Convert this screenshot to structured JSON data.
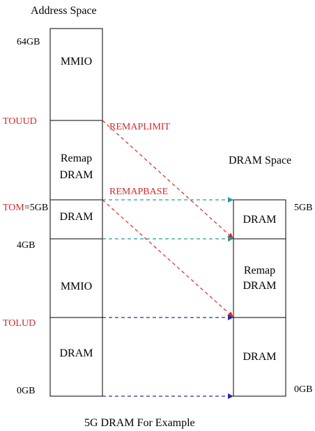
{
  "titles": {
    "address_space": "Address Space",
    "dram_space": "DRAM Space",
    "caption": "5G DRAM For Example"
  },
  "left_labels": {
    "addr_64gb": "64GB",
    "touud": "TOUUD",
    "tom": "TOM",
    "tom_value": "=5GB",
    "addr_4gb": "4GB",
    "tolud": "TOLUD",
    "addr_0gb": "0GB"
  },
  "left_blocks": {
    "mmio_top": "MMIO",
    "remap_line1": "Remap",
    "remap_line2": "DRAM",
    "dram_mid": "DRAM",
    "mmio_low": "MMIO",
    "dram_low": "DRAM"
  },
  "right_blocks": {
    "dram_top": "DRAM",
    "remap_line1": "Remap",
    "remap_line2": "DRAM",
    "dram_low": "DRAM"
  },
  "right_labels": {
    "addr_5gb": "5GB",
    "addr_0gb": "0GB"
  },
  "arrow_labels": {
    "remaplimit": "REMAPLIMIT",
    "remapbase": "REMAPBASE"
  },
  "colors": {
    "red": "#d42a2a",
    "teal": "#2a9a9a",
    "navy": "#2a2aa8",
    "black": "#000000"
  }
}
